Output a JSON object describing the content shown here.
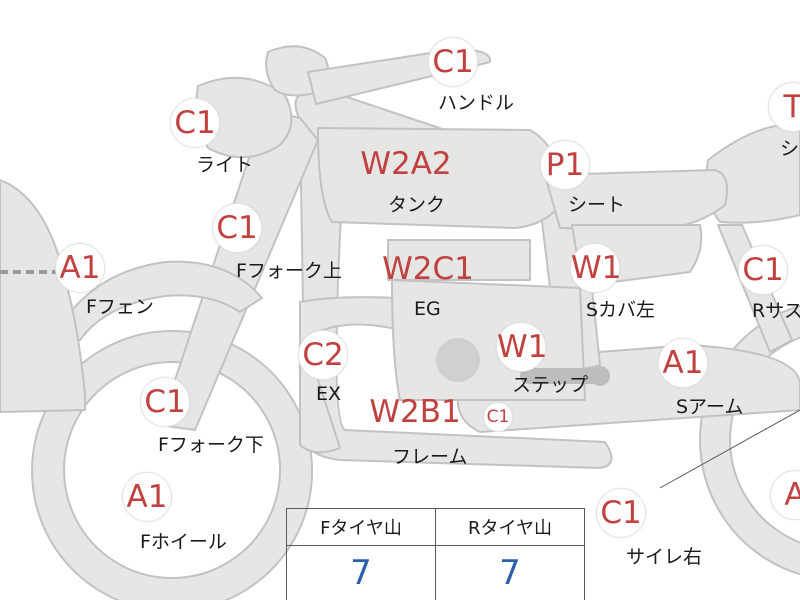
{
  "badges": {
    "handle": "C1",
    "light": "C1",
    "tank": "W2A2",
    "seat": "P1",
    "top_right": "T",
    "fork_upper": "C1",
    "front_fender": "A1",
    "engine": "W2C1",
    "side_cover_left": "W1",
    "rear_sus": "C1",
    "exhaust": "C2",
    "step": "W1",
    "swing_arm": "A1",
    "fork_lower": "C1",
    "frame": "W2B1",
    "frame_small": "C1",
    "front_wheel": "A1",
    "muffler_right": "C1",
    "rear_wheel": "A"
  },
  "labels": {
    "handle": "ハンドル",
    "light": "ライト",
    "tank": "タンク",
    "seat": "シート",
    "top_right": "シ",
    "fork_upper": "Fフォーク上",
    "front_fender": "Fフェン",
    "engine": "EG",
    "side_cover_left": "Sカバ左",
    "rear_sus": "Rサス",
    "exhaust": "EX",
    "step": "ステップ",
    "swing_arm": "Sアーム",
    "fork_lower": "Fフォーク下",
    "frame": "フレーム",
    "front_wheel": "Fホイール",
    "muffler_right": "サイレ右"
  },
  "tire_table": {
    "front_header": "Fタイヤ山",
    "rear_header": "Rタイヤ山",
    "front_value": "7",
    "rear_value": "7"
  },
  "colors": {
    "badge_text": "#c0413f",
    "part_fill": "#e6e6e5",
    "part_stroke": "#c2c2c2",
    "tire_value": "#2d5fa8"
  }
}
